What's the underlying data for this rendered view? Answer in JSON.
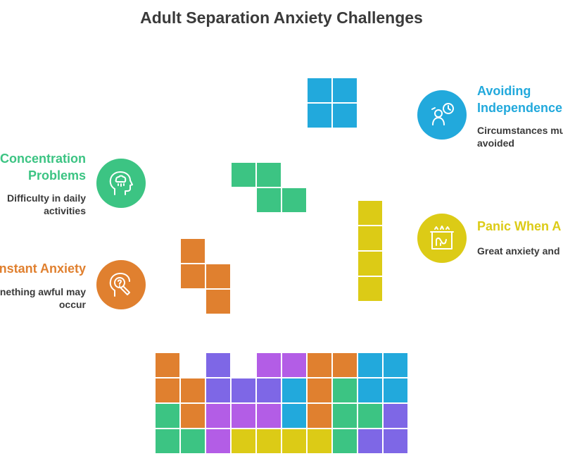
{
  "title": "Adult Separation Anxiety Challenges",
  "colors": {
    "blue": "#22a9dc",
    "green": "#3cc483",
    "yellow": "#dccb16",
    "orange": "#e0802f",
    "purple": "#7e67e6",
    "violet": "#b35de6",
    "title": "#3a3a3a"
  },
  "items": {
    "avoiding": {
      "heading_line1": "Avoiding",
      "heading_line2": "Independence",
      "desc_line1": "Circumstances mu",
      "desc_line2": "avoided",
      "icon": "person-clock-icon"
    },
    "concentration": {
      "heading_line1": "Concentration",
      "heading_line2": "Problems",
      "desc_line1": "Difficulty in daily",
      "desc_line2": "activities",
      "icon": "brain-cloud-icon"
    },
    "panic": {
      "heading_line1": "Panic When A",
      "desc_line1": "Great anxiety and",
      "icon": "wall-crack-icon"
    },
    "constant": {
      "heading_line1": "nstant Anxiety",
      "desc_line1": "nething awful may",
      "desc_line2": "occur",
      "icon": "head-question-icon"
    }
  }
}
